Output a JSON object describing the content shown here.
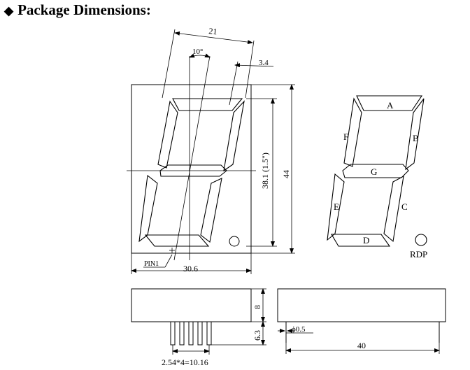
{
  "title": {
    "text": "Package Dimensions:",
    "bullet": "◆"
  },
  "dimensions": {
    "top_width": "21",
    "tilt_angle": "10°",
    "segment_offset": "3.4",
    "digit_height": "38.1 (1.5\")",
    "package_height": "44",
    "package_width": "30.6",
    "pin_label": "PIN1",
    "body_thickness": "8",
    "pin_length": "6.3",
    "pin_diameter": "ϕ0.5",
    "side_length": "40",
    "pin_pitch": "2.54*4=10.16"
  },
  "segments": {
    "a": "A",
    "b": "B",
    "c": "C",
    "d": "D",
    "e": "E",
    "f": "F",
    "g": "G",
    "dp": "RDP"
  }
}
